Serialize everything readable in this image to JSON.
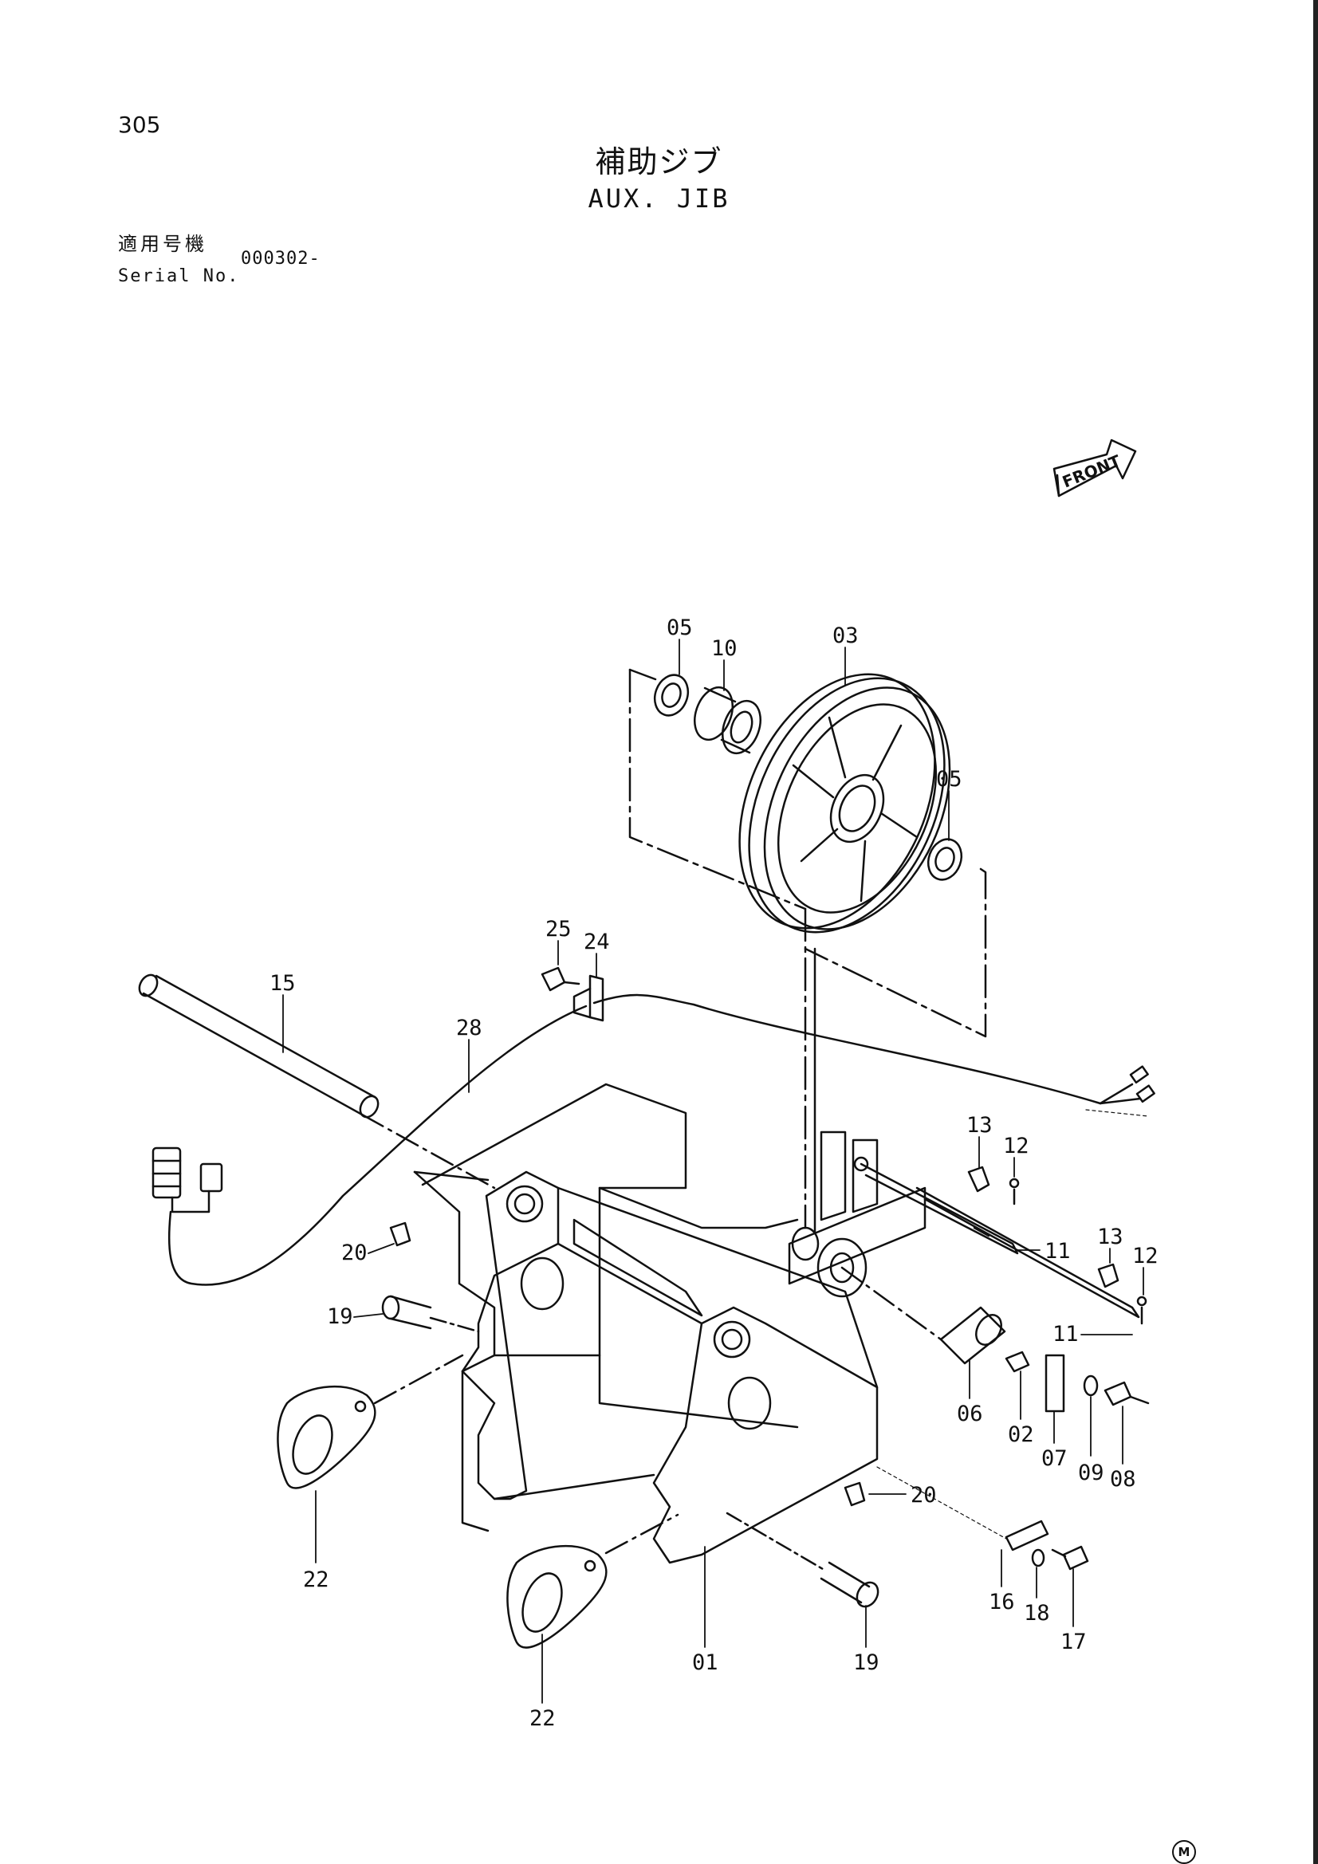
{
  "page_number": "305",
  "title": {
    "jp": "補助ジブ",
    "en": "AUX. JIB"
  },
  "serial": {
    "label_jp": "適用号機",
    "label_en": "Serial No.",
    "value": "000302-"
  },
  "front_arrow_label": "FRONT",
  "manufacturer_mark": "M",
  "callouts": [
    "05",
    "10",
    "03",
    "05",
    "25",
    "24",
    "15",
    "28",
    "13",
    "12",
    "11",
    "13",
    "12",
    "11",
    "20",
    "19",
    "22",
    "06",
    "02",
    "07",
    "09",
    "08",
    "20",
    "16",
    "18",
    "17",
    "01",
    "19",
    "22"
  ]
}
